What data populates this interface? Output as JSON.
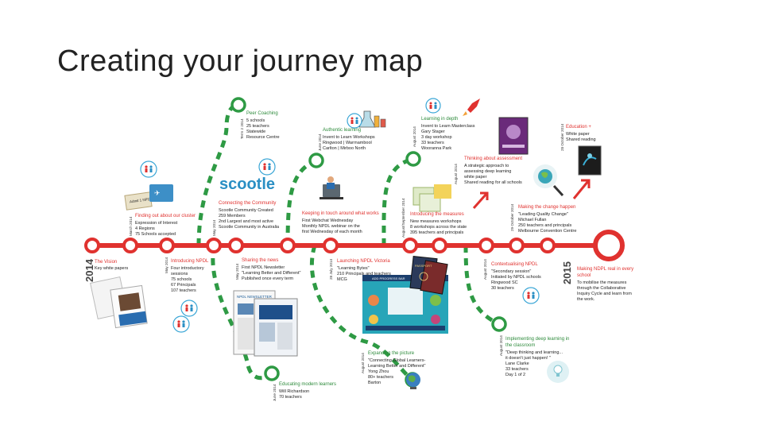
{
  "slide": {
    "title": "Creating your journey map"
  },
  "colors": {
    "timeline": "#e0322f",
    "branch": "#2e9a44",
    "heading_red": "#e0322f",
    "heading_green": "#2e8b3c",
    "heading_blue": "#2a8fc4"
  },
  "years": {
    "start": "2014",
    "end": "2015"
  },
  "events": {
    "vision": {
      "heading": "The Vision",
      "lines": [
        "Key white papers"
      ]
    },
    "finding": {
      "date": "March 2014",
      "heading": "Finding out about our cluster",
      "lines": [
        "Expression of Interest",
        "4 Regions",
        "75 Schools accepted"
      ],
      "ticket": "Admit 1 NPDL"
    },
    "introducing": {
      "date": "May 2014",
      "heading": "Introducing NPDL",
      "lines": [
        "Four introductory",
        "sessions",
        "75 schools",
        "67 Principals",
        "107 teachers"
      ]
    },
    "peer": {
      "date": "Term 2 2014",
      "heading": "Peer Coaching",
      "lines": [
        "5 schools",
        "25 teachers",
        "Statewide",
        "Resource Centre"
      ]
    },
    "scootle": {
      "date": "May 2014",
      "logo": "scootle",
      "heading": "Connecting the Community",
      "lines": [
        "Scootle Community Created",
        "259 Members",
        "2nd Largest and most active",
        "Scootle Community in Australia"
      ]
    },
    "sharing": {
      "date": "May 2014",
      "heading": "Sharing the news",
      "lines": [
        "First NPDL Newsletter",
        "\"Learning Better and Different\"",
        "Published once every term"
      ],
      "thumb": "NPDL NEWSLETTER"
    },
    "educating": {
      "date": "June 2014",
      "heading": "Educating modern learners",
      "lines": [
        "Will Richardson",
        "70 teachers"
      ]
    },
    "authentic": {
      "date": "June 2014",
      "heading": "Authentic learning",
      "lines": [
        "Invent to Learn Workshops",
        "Ringwood | Warrnambool",
        "Carlton | Mirboo North"
      ]
    },
    "keeping": {
      "heading": "Keeping in touch around what works",
      "lines": [
        "First Webchat Wednesday",
        "Monthly NPDL webinar on the",
        "first Wednesday of each month"
      ]
    },
    "launching": {
      "date": "28 July 2014",
      "heading": "Launching NPDL Victoria",
      "lines": [
        "\"Learning Bytes\"",
        "210 Principals and teachers",
        "MCG"
      ]
    },
    "expanding": {
      "date": "August 2014",
      "heading": "Expanding the picture",
      "lines": [
        "\"Connecting Global Learners-",
        "Learning Better and Different\"",
        "Yong Zhou",
        "80+ teachers",
        "Barton"
      ]
    },
    "depth": {
      "date": "August 2014",
      "heading": "Learning in depth",
      "lines": [
        "Invent to Learn Masterclass",
        "Gary Stager",
        "3 day workshop",
        "33 teachers",
        "Wooranna Park"
      ]
    },
    "measures": {
      "date": "August/September 2014",
      "heading": "Introducing the measures",
      "lines": [
        "New measures workshops",
        "8 workshops across the state",
        "395 teachers and principals"
      ]
    },
    "assessment": {
      "date": "August 2014",
      "heading": "Thinking about assessment",
      "lines": [
        "A strategic approach to",
        "assessing deep learning",
        "white paper",
        "Shared reading for all schools"
      ]
    },
    "contextualising": {
      "date": "August 2014",
      "heading": "Contextualising NPDL",
      "lines": [
        "\"Secondary session\"",
        "Initiated by NPDL schools",
        "Ringwood SC",
        "30 teachers"
      ]
    },
    "implementing": {
      "date": "August 2014",
      "heading": "Implementing deep learning in",
      "heading2": "the classroom",
      "lines": [
        "\"Deep thinking and learning...",
        "it doesn't just happen! \"",
        "Lane Clarke",
        "33 teachers",
        "Day 1 of 2"
      ]
    },
    "change": {
      "date": "29 October 2014",
      "heading": "Making the change happen",
      "lines": [
        "\"Leading Quality Change\"",
        "Michael Fullan",
        "250 teachers and principals",
        "Melbourne Convention Centre"
      ]
    },
    "education_plus": {
      "date": "28 October 2014",
      "heading": "Education +",
      "lines": [
        "White paper",
        "Shared reading"
      ]
    },
    "making_real": {
      "heading": "Making NDPL real in every",
      "heading2": "school",
      "lines": [
        "To mobilise the measures",
        "through the Collaborative",
        "Inquiry Cycle and learn from",
        "the work."
      ]
    },
    "poster": {
      "banner": "ADD PROGRESS BAR",
      "passport": "PASSPORT"
    }
  }
}
